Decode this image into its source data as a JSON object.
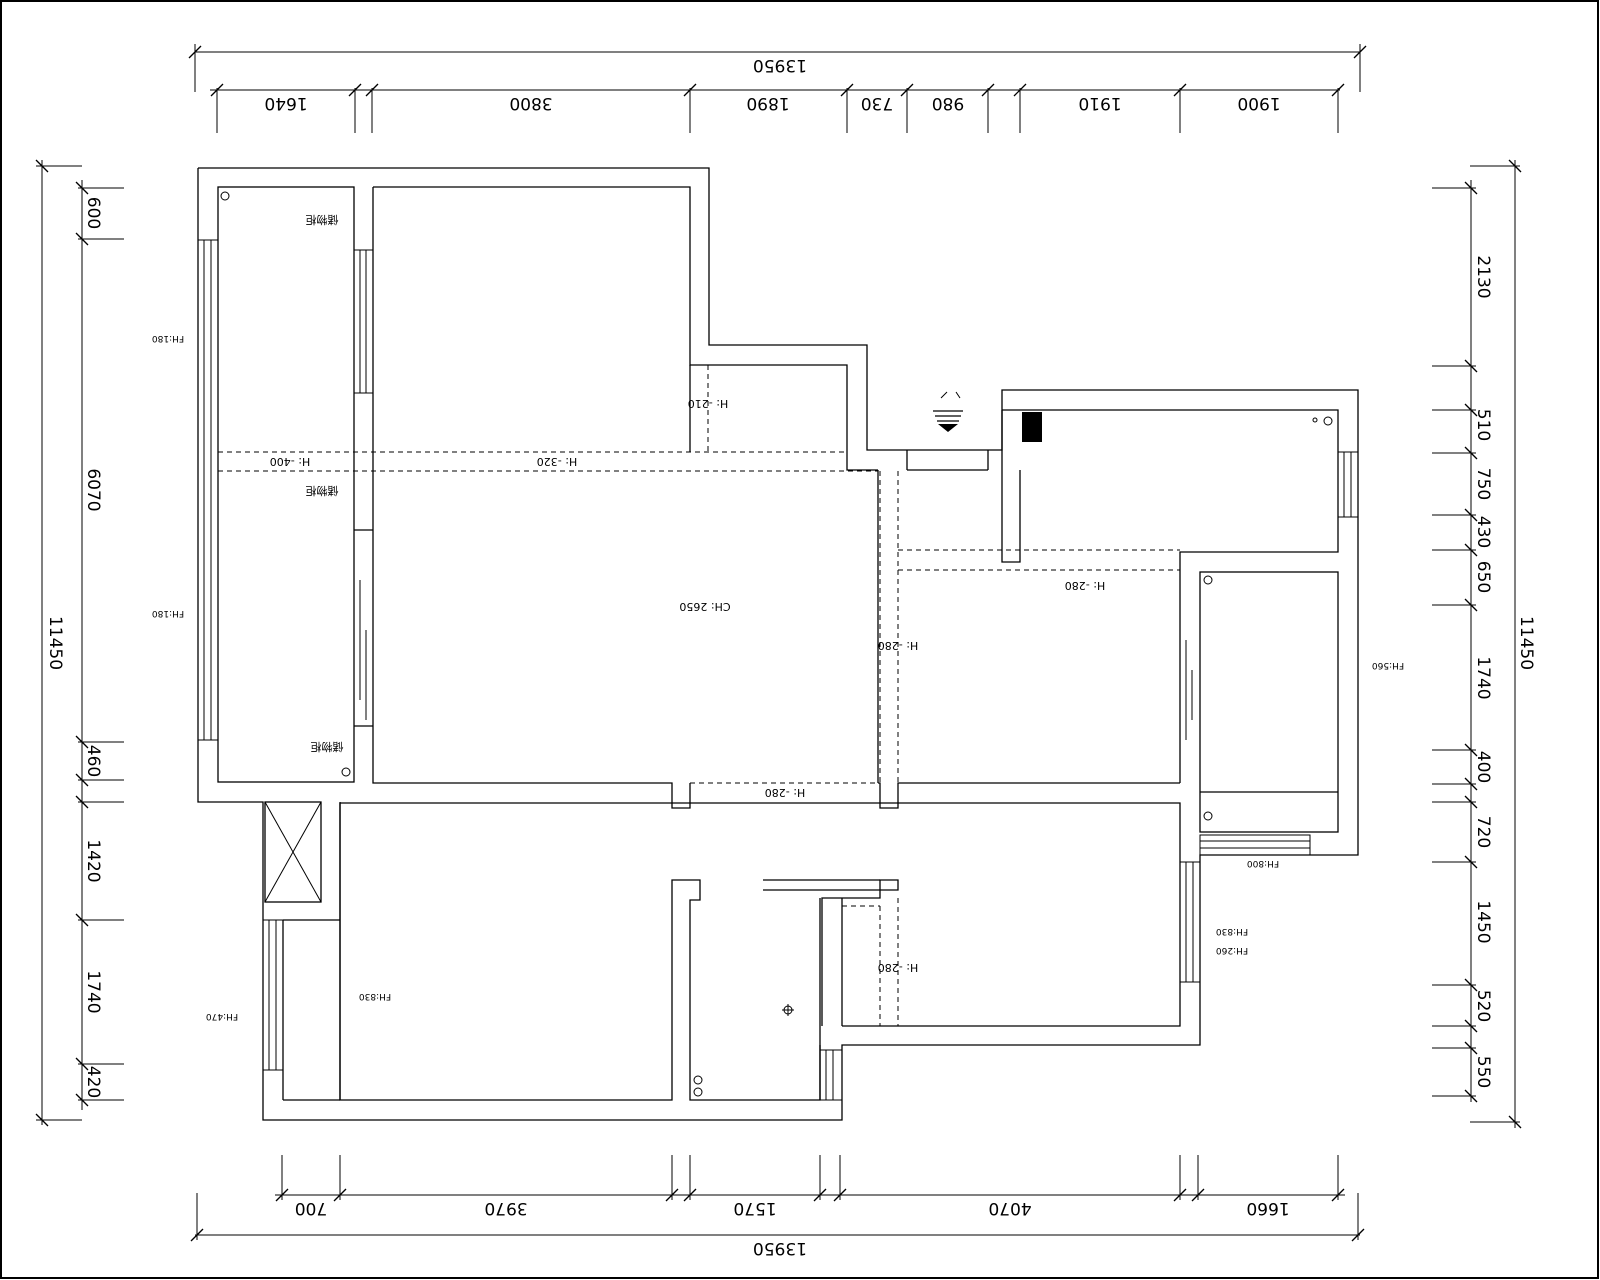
{
  "dimensions": {
    "top_total": "13950",
    "top": [
      "1640",
      "3800",
      "1890",
      "730",
      "980",
      "1910",
      "1900"
    ],
    "bottom_total": "13950",
    "bottom": [
      "700",
      "3970",
      "1570",
      "4070",
      "1660"
    ],
    "left_total": "11450",
    "left": [
      "600",
      "6070",
      "460",
      "1420",
      "1740",
      "420"
    ],
    "right_total": "11450",
    "right": [
      "2130",
      "510",
      "750",
      "430",
      "650",
      "1740",
      "400",
      "720",
      "1450",
      "520",
      "550"
    ]
  },
  "levels": {
    "l210": "H: -210",
    "l400": "H: -400",
    "l320": "H: -320",
    "l280a": "H: -280",
    "l280b": "H: -280",
    "l280c": "H: -280",
    "l280d": "H: -280",
    "ceiling": "CH: 2650"
  },
  "cabinets": {
    "c1": "储物柜",
    "c2": "储物柜",
    "c3": "储物柜"
  },
  "windows": {
    "w1": "FH:180",
    "w2": "FH:180",
    "w3": "FH:560",
    "w4": "FH:800",
    "w5": "FH:830",
    "w6": "FH:260",
    "w7": "FH:830",
    "w8": "FH:470"
  }
}
